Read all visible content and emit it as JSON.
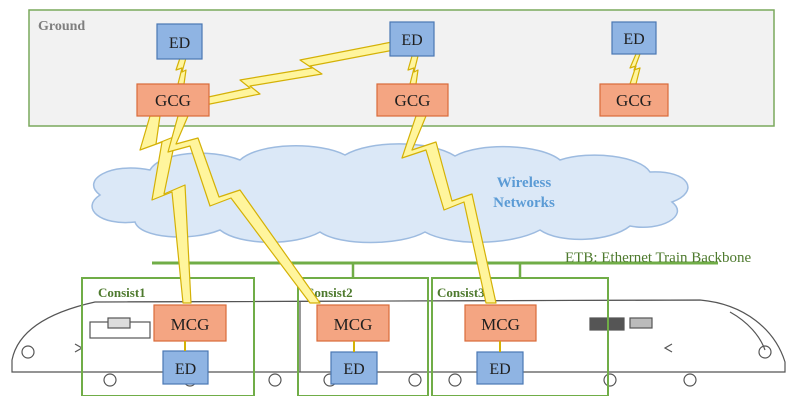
{
  "colors": {
    "ground_fill": "#f2f2f2",
    "ground_border": "#7aa95c",
    "ed_fill": "#8fb4e3",
    "ed_border": "#4a77b4",
    "gcg_fill": "#f4a582",
    "gcg_border": "#d96b3a",
    "consist_border": "#70ad47",
    "bolt_fill": "#fff59d",
    "bolt_border": "#d4b106",
    "cloud_fill": "#dbe8f7",
    "cloud_border": "#9dbbe0",
    "wireless_text": "#5b9bd5",
    "green_text": "#4e7a2e"
  },
  "labels": {
    "ground": "Ground",
    "ed": "ED",
    "gcg": "GCG",
    "mcg": "MCG",
    "wireless_line1": "Wireless",
    "wireless_line2": "Networks",
    "etb": "ETB: Ethernet Train Backbone",
    "consist1": "Consist1",
    "consist2": "Consist2",
    "consist3": "Consist3"
  }
}
